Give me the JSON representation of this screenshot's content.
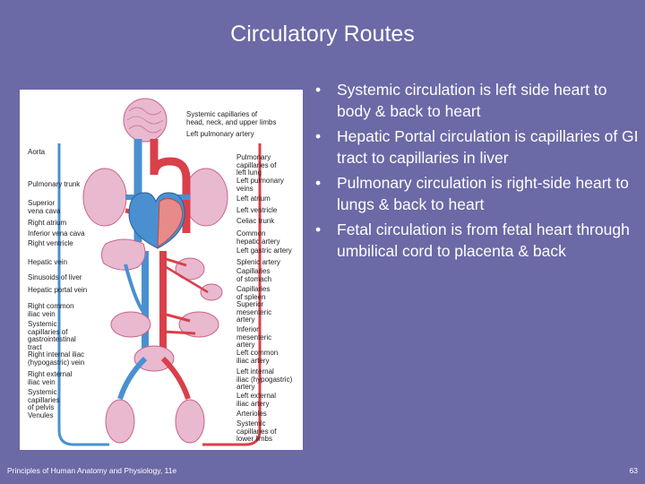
{
  "slide": {
    "title": "Circulatory Routes",
    "footer": "Principles of Human Anatomy and Physiology, 11e",
    "page_number": "63"
  },
  "bullets": [
    "Systemic circulation is left side heart to body & back to heart",
    "Hepatic Portal circulation is capillaries of GI tract to capillaries in liver",
    "Pulmonary circulation is right-side heart to lungs & back to heart",
    "Fetal circulation is from fetal heart through umbilical cord to placenta & back"
  ],
  "bullet_glyph": "•",
  "figure": {
    "left_labels": [
      "Aorta",
      "Pulmonary trunk",
      "Superior\nvena cava",
      "Right atrium",
      "Inferior vena cava",
      "Right ventricle",
      "Hepatic vein",
      "Sinusoids of liver",
      "Hepatic portal vein",
      "Right common\niliac vein",
      "Systemic\ncapillaries of\ngastrointestinal\ntract",
      "Right internal iliac\n(hypogastric) vein",
      "Right external\niliac vein",
      "Systemic\ncapillaries\nof pelvis",
      "Venules"
    ],
    "right_labels": [
      "Systemic capillaries of\nhead, neck, and upper limbs",
      "Left pulmonary artery",
      "Pulmonary\ncapillaries of\nleft lung",
      "Left pulmonary\nveins",
      "Left atrium",
      "Left ventricle",
      "Celiac trunk",
      "Common\nhepatic artery",
      "Left gastric artery",
      "Splenic artery",
      "Capillaries\nof stomach",
      "Capillaries\nof spleen",
      "Superior\nmesenteric\nartery",
      "Inferior\nmesenteric\nartery",
      "Left common\niliac artery",
      "Left internal\niliac (hypogastric)\nartery",
      "Left external\niliac artery",
      "Arterioles",
      "Systemic\ncapillaries of\nlower limbs"
    ],
    "colors": {
      "artery": "#d9404a",
      "vein": "#4a90d0",
      "capillary": "#c8628a"
    }
  }
}
